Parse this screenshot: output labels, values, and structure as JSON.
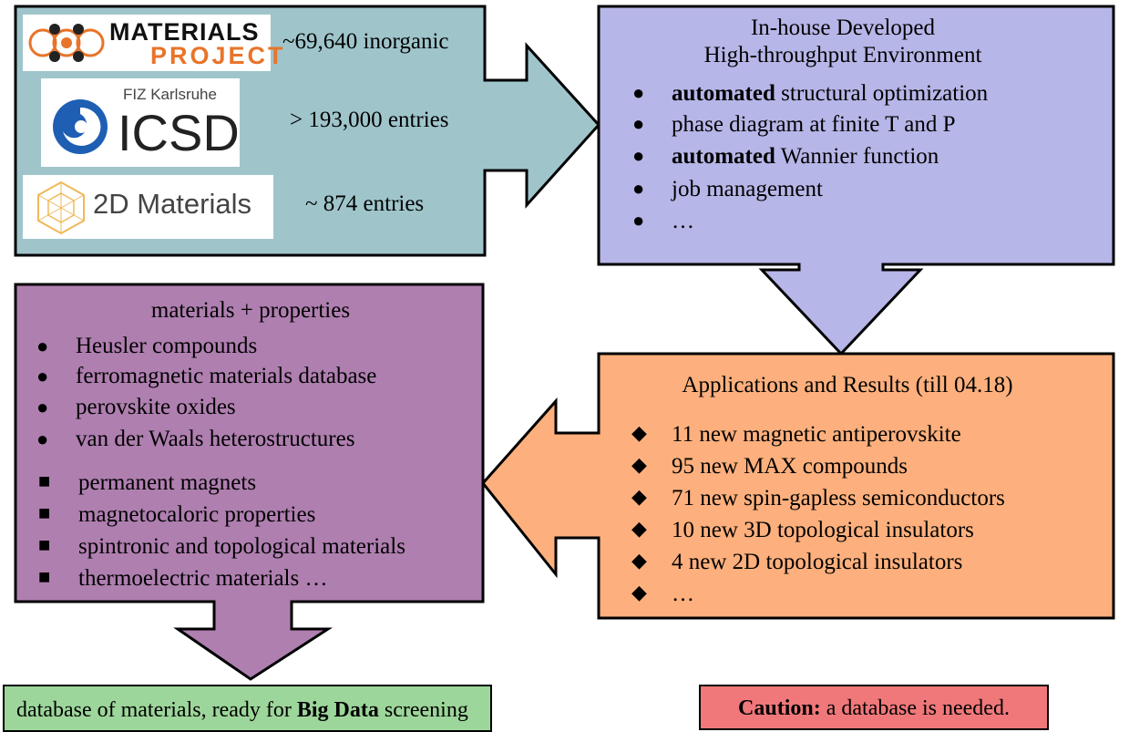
{
  "sources": {
    "rows": [
      {
        "logo_name": "materials-project-logo",
        "logo_line1": "MATERIALS",
        "logo_line2": "PROJECT",
        "label": "~69,640 inorganic"
      },
      {
        "logo_name": "icsd-logo",
        "logo_line1": "FIZ Karlsruhe",
        "logo_line2": "ICSD",
        "label": "> 193,000 entries"
      },
      {
        "logo_name": "2d-materials-logo",
        "logo_line1": "2D Materials",
        "label": "~ 874 entries"
      }
    ]
  },
  "environment": {
    "title_line1": "In-house Developed",
    "title_line2": "High-throughput Environment",
    "items": [
      {
        "bold": "automated",
        "text": " structural optimization"
      },
      {
        "bold": "",
        "text": "phase diagram at finite T and P"
      },
      {
        "bold": "automated",
        "text": " Wannier function"
      },
      {
        "bold": "",
        "text": "job management"
      },
      {
        "bold": "",
        "text": "…"
      }
    ]
  },
  "applications": {
    "title": "Applications and Results (till 04.18)",
    "items": [
      "11 new magnetic antiperovskite",
      "95 new MAX compounds",
      "71 new spin-gapless semiconductors",
      "10 new 3D topological insulators",
      "4 new 2D topological insulators",
      "…"
    ]
  },
  "materials": {
    "title": "materials + properties",
    "circle_items": [
      "Heusler compounds",
      "ferromagnetic materials database",
      "perovskite oxides",
      "van der Waals heterostructures"
    ],
    "square_items": [
      "permanent magnets",
      "magnetocaloric properties",
      "spintronic and topological materials",
      "thermoelectric materials …"
    ]
  },
  "database": {
    "text_before": "database of materials, ready for ",
    "bold": "Big Data",
    "text_after": " screening"
  },
  "caution": {
    "bold": "Caution:",
    "text": " a database is needed."
  },
  "colors": {
    "teal": "#9fc5cb",
    "lavender": "#b7b6e8",
    "orange": "#fdb07d",
    "purple": "#af7fb0",
    "green": "#9dd69a",
    "red": "#f0787a"
  }
}
